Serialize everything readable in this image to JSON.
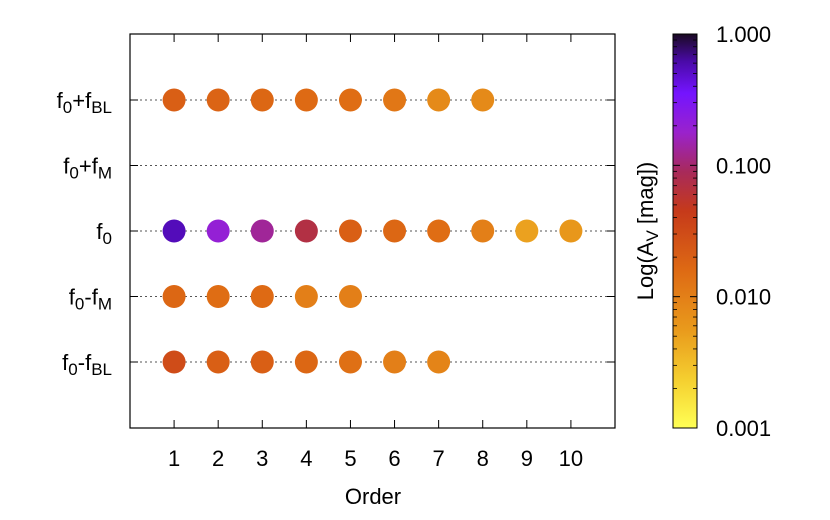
{
  "chart_data": {
    "type": "scatter",
    "title": "",
    "xlabel": "Order",
    "ylabel": "",
    "xlim": [
      0,
      11
    ],
    "x_ticks": [
      "1",
      "2",
      "3",
      "4",
      "5",
      "6",
      "7",
      "8",
      "9",
      "10"
    ],
    "y_categories": [
      {
        "id": "f0+fBL",
        "base": "f",
        "sub1": "0",
        "op": "+",
        "base2": "f",
        "sub2": "BL"
      },
      {
        "id": "f0+fM",
        "base": "f",
        "sub1": "0",
        "op": "+",
        "base2": "f",
        "sub2": "M"
      },
      {
        "id": "f0",
        "base": "f",
        "sub1": "0",
        "op": "",
        "base2": "",
        "sub2": ""
      },
      {
        "id": "f0-fM",
        "base": "f",
        "sub1": "0",
        "op": "-",
        "base2": "f",
        "sub2": "M"
      },
      {
        "id": "f0-fBL",
        "base": "f",
        "sub1": "0",
        "op": "-",
        "base2": "f",
        "sub2": "BL"
      }
    ],
    "grid": "horizontal dotted at categories",
    "colorbar": {
      "label_main": "Log(A",
      "label_sub": "V",
      "label_rest": " [mag])",
      "scale": "log",
      "range": [
        0.001,
        1.0
      ],
      "tick_labels": [
        "1.000",
        "0.100",
        "0.010",
        "0.001"
      ],
      "tick_values": [
        1.0,
        0.1,
        0.01,
        0.001
      ],
      "palette": "black-purple-red-orange-yellow"
    },
    "series": [
      {
        "category": "f0+fBL",
        "x": [
          1,
          2,
          3,
          4,
          5,
          6,
          7,
          8
        ],
        "amplitude": [
          0.02,
          0.018,
          0.017,
          0.016,
          0.015,
          0.012,
          0.008,
          0.008
        ]
      },
      {
        "category": "f0+fM",
        "x": [],
        "amplitude": []
      },
      {
        "category": "f0",
        "x": [
          1,
          2,
          3,
          4,
          5,
          6,
          7,
          8,
          9,
          10
        ],
        "amplitude": [
          0.55,
          0.2,
          0.13,
          0.07,
          0.02,
          0.017,
          0.015,
          0.01,
          0.005,
          0.006
        ]
      },
      {
        "category": "f0-fM",
        "x": [
          1,
          2,
          3,
          4,
          5
        ],
        "amplitude": [
          0.017,
          0.015,
          0.016,
          0.01,
          0.01
        ]
      },
      {
        "category": "f0-fBL",
        "x": [
          1,
          2,
          3,
          4,
          5,
          6,
          7
        ],
        "amplitude": [
          0.03,
          0.02,
          0.02,
          0.017,
          0.014,
          0.01,
          0.009
        ]
      }
    ]
  }
}
